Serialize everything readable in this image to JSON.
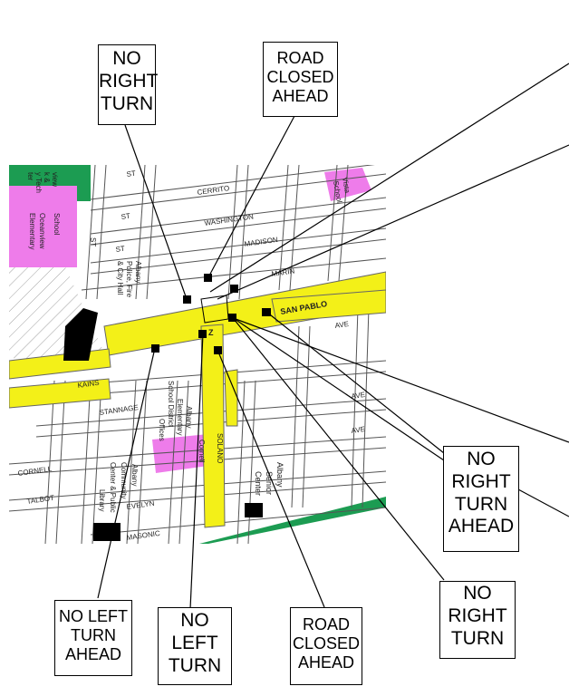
{
  "colors": {
    "major_road": "#f3f018",
    "school": "#ee7cea",
    "park": "#1c9c52",
    "building": "#000000"
  },
  "signs": [
    {
      "id": "no-right-turn-top",
      "lines": [
        "NO",
        "RIGHT",
        "TURN"
      ]
    },
    {
      "id": "road-closed-ahead-top",
      "lines": [
        "ROAD",
        "CLOSED",
        "AHEAD"
      ]
    },
    {
      "id": "no-right-turn-ahead",
      "lines": [
        "NO",
        "RIGHT",
        "TURN",
        "AHEAD"
      ]
    },
    {
      "id": "no-right-turn-bottom",
      "lines": [
        "NO",
        "RIGHT",
        "TURN"
      ]
    },
    {
      "id": "no-left-turn-ahead",
      "lines": [
        "NO LEFT",
        "TURN",
        "AHEAD"
      ]
    },
    {
      "id": "no-left-turn",
      "lines": [
        "NO",
        "LEFT",
        "TURN"
      ]
    },
    {
      "id": "road-closed-ahead-bottom",
      "lines": [
        "ROAD",
        "CLOSED",
        "AHEAD"
      ]
    }
  ],
  "streets": {
    "st_1": "ST",
    "st_2": "ST",
    "st_3": "ST",
    "st_4": "ST",
    "cerrito": "CERRITO",
    "washington": "WASHINGTON",
    "madison": "MADISON",
    "marin": "MARIN",
    "san_pablo": "SAN PABLO",
    "ave_1": "AVE",
    "ave_2": "AVE",
    "ave_3": "AVE",
    "kains": "KAINS",
    "stannage": "STANNAGE",
    "cornell": "CORNELL",
    "talbot": "TALBOT",
    "evelyn": "EVELYN",
    "masonic": "MASONIC",
    "solano": "SOLANO",
    "z": "Z"
  },
  "places": {
    "oceanview_school": [
      "Oceanview",
      "Elementary",
      "School"
    ],
    "tech_school": [
      "view",
      "k &",
      "y Tech",
      "ter"
    ],
    "vista_school": [
      "Vista",
      "School"
    ],
    "police": [
      "Albany",
      "Police, Fire",
      "& City Hall"
    ],
    "district_offices": [
      "Albany",
      "Elementary",
      "School District",
      "Offices"
    ],
    "cornell_school": "Cornell",
    "community_center": [
      "Albany",
      "Community",
      "Center & Public",
      "Library"
    ],
    "senior_center": [
      "Albany",
      "Senior",
      "Center"
    ]
  }
}
